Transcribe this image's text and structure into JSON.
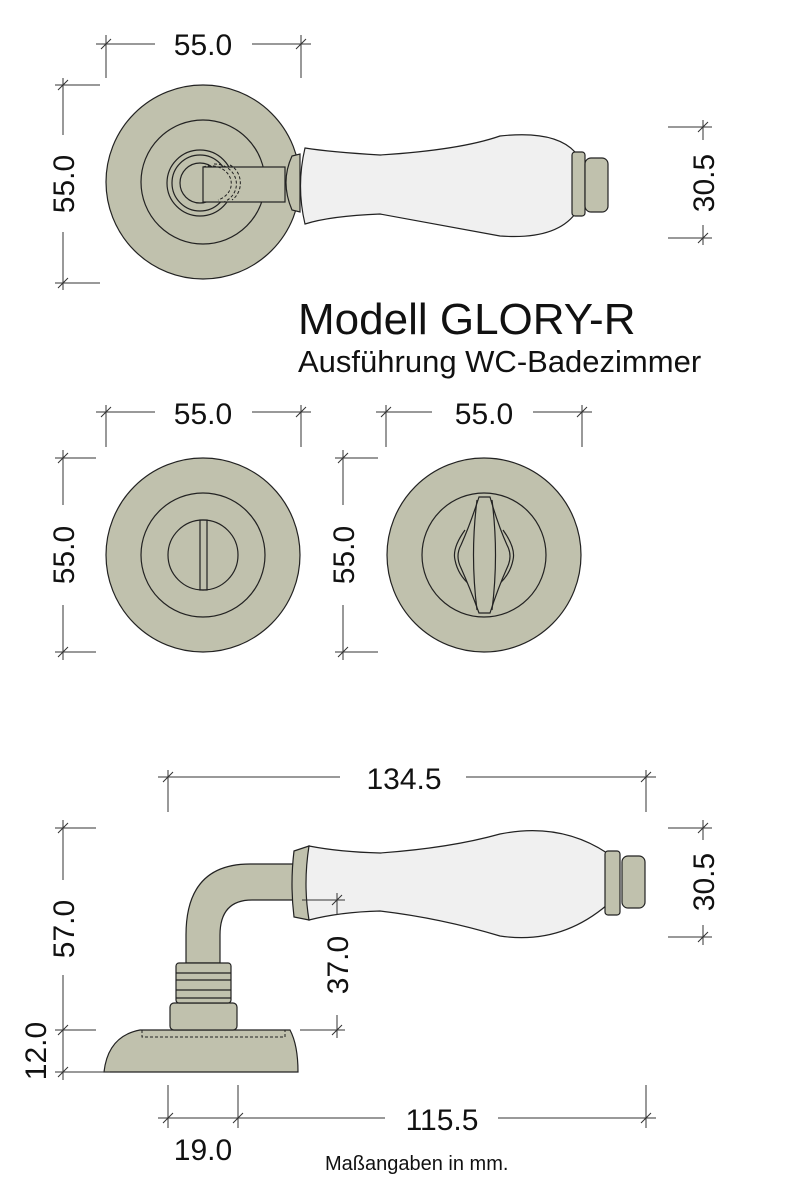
{
  "title": "Modell GLORY-R",
  "subtitle": "Ausführung WC-Badezimmer",
  "footnote": "Maßangaben in mm.",
  "colors": {
    "metal": "#c0c1ad",
    "porcelain": "#f0f0f0"
  },
  "dims": {
    "top_width": "55.0",
    "top_height": "55.0",
    "top_handle_height": "30.5",
    "wc_left_width": "55.0",
    "wc_left_height": "55.0",
    "wc_right_width": "55.0",
    "wc_right_height": "55.0",
    "side_length": "134.5",
    "side_height": "57.0",
    "side_rose_height": "12.0",
    "side_handle_height": "30.5",
    "side_grip_offset": "37.0",
    "side_stem": "19.0",
    "side_projection": "115.5"
  }
}
